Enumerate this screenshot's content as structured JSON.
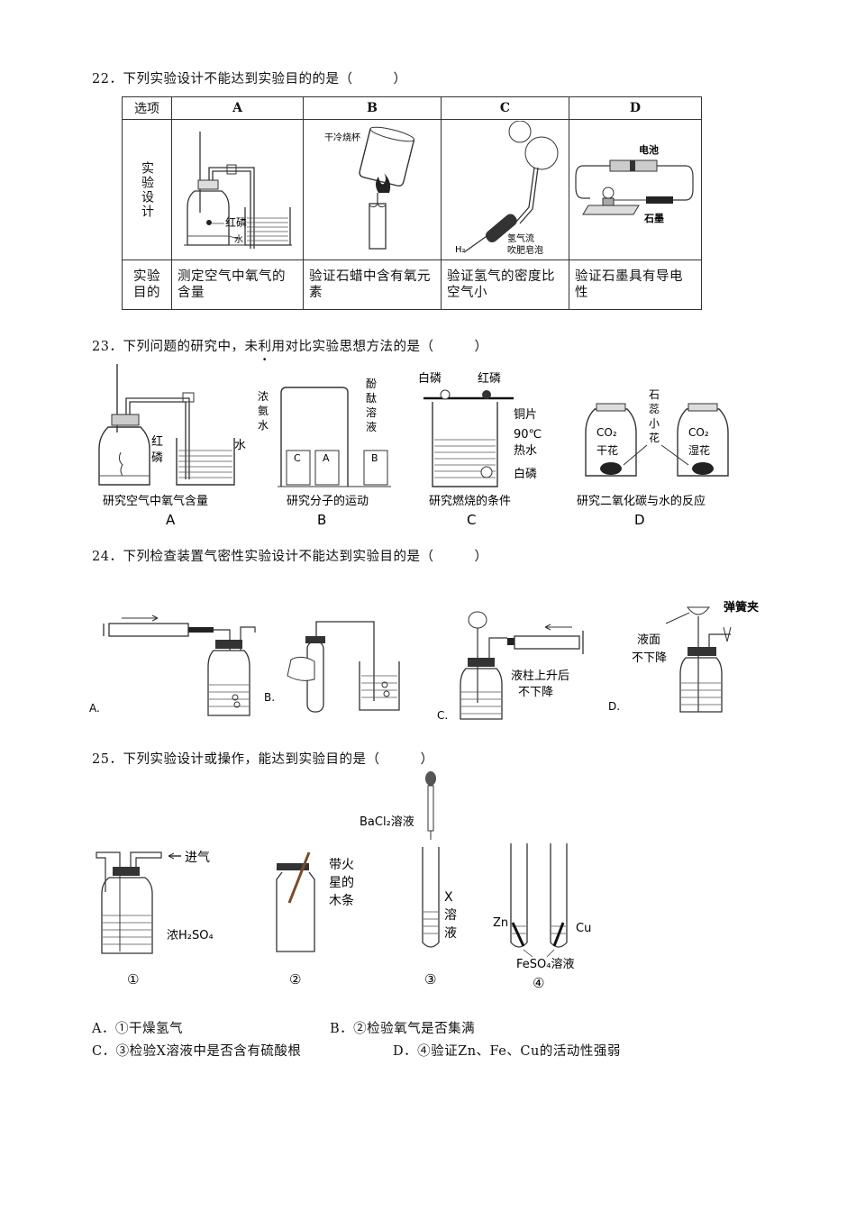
{
  "q22": {
    "stem": "22．下列实验设计不能达到实验目的的是（　　　）",
    "table": {
      "header": [
        "选项",
        "A",
        "B",
        "C",
        "D"
      ],
      "row_design_label": "实验设计",
      "row_purpose_label": "实验目的",
      "purposes": [
        "测定空气中氧气的含量",
        "验证石蜡中含有氧元素",
        "验证氢气的密度比空气小",
        "验证石墨具有导电性"
      ],
      "labels": {
        "a_phosphorus": "红磷",
        "a_water": "水",
        "b_beaker": "干冷烧杯",
        "c_h2": "H₂",
        "c_flow1": "氢气流",
        "c_flow2": "吹肥皂泡",
        "d_battery": "电池",
        "d_graphite": "石墨"
      }
    }
  },
  "q23": {
    "stem_a": "23．下列问题的研究中，",
    "stem_emph": "未利用",
    "stem_b": "对比实验思想方法的是（　　　）",
    "figs": [
      {
        "caption": "研究空气中氧气含量",
        "letter": "A",
        "l1": "红",
        "l2": "磷",
        "l3": "水"
      },
      {
        "caption": "研究分子的运动",
        "letter": "B",
        "left": "浓氨水",
        "right": "酚酞溶液"
      },
      {
        "caption": "研究燃烧的条件",
        "letter": "C",
        "p1": "白磷",
        "p2": "红磷",
        "cu": "铜片",
        "hot1": "90℃",
        "hot2": "热水",
        "p3": "白磷"
      },
      {
        "caption": "研究二氧化碳与水的反应",
        "letter": "D",
        "co2a": "CO₂",
        "dry": "干花",
        "co2b": "CO₂",
        "wet": "湿花",
        "lit": "石蕊小花"
      }
    ]
  },
  "q24": {
    "stem": "24．下列检查装置气密性实验设计不能达到实验目的是（　　　）",
    "labels": [
      "A.",
      "B.",
      "C.",
      "D."
    ],
    "c_note1": "液柱上升后",
    "c_note2": "不下降",
    "d_note1": "液面",
    "d_note2": "不下降",
    "d_clip": "弹簧夹"
  },
  "q25": {
    "stem": "25．下列实验设计或操作，能达到实验目的是（　　　）",
    "labels": {
      "gas_in": "进气",
      "acid": "浓H₂SO₄",
      "stick": [
        "带火",
        "星的",
        "木条"
      ],
      "bacl2": "BaCl₂溶液",
      "x": [
        "X",
        "溶",
        "液"
      ],
      "zn": "Zn",
      "cu": "Cu",
      "feso4": "FeSO₄溶液",
      "nums": [
        "①",
        "②",
        "③",
        "④"
      ]
    },
    "options": [
      "A．①干燥氢气",
      "B．②检验氧气是否集满",
      "C．③检验X溶液中是否含有硫酸根",
      "D．④验证Zn、Fe、Cu的活动性强弱"
    ]
  }
}
